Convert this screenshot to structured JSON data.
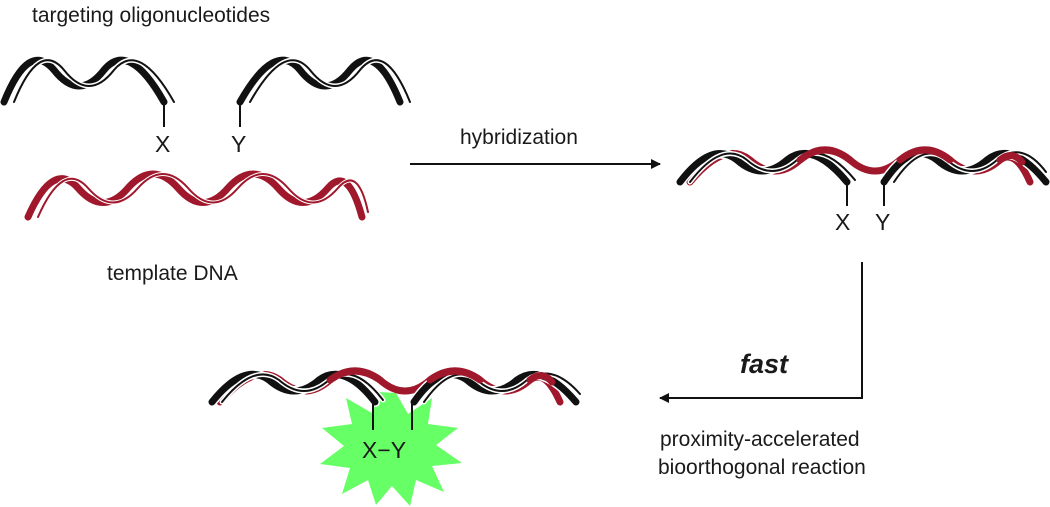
{
  "labels": {
    "targeting": "targeting oligonucleotides",
    "template": "template DNA",
    "hybridization": "hybridization",
    "fast": "fast",
    "reaction_line1": "proximity-accelerated",
    "reaction_line2": "bioorthogonal reaction"
  },
  "substituents": {
    "x": "X",
    "y": "Y",
    "product": "X−Y"
  },
  "colors": {
    "oligo_strand": "#111111",
    "template_strand": "#a0182c",
    "burst": "#66ff66",
    "arrow": "#111111",
    "text": "#1a1a1a"
  }
}
